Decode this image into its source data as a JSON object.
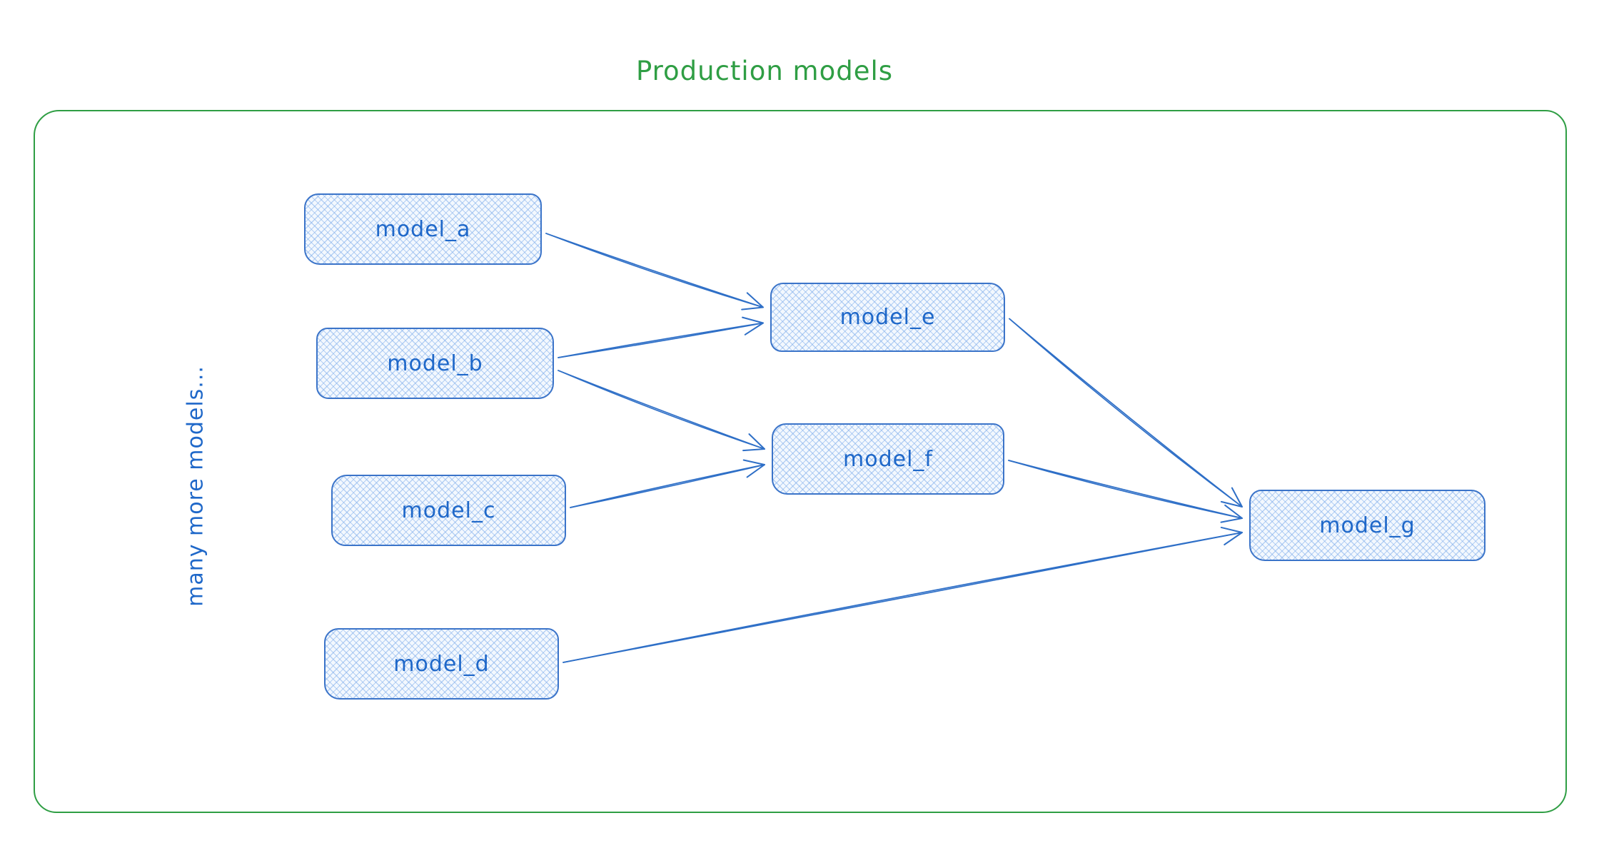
{
  "title": "Production models",
  "side_label": "many more models...",
  "colors": {
    "frame_green": "#2f9e44",
    "node_stroke_blue": "#3b74c9",
    "node_fill": "#f3f8fe",
    "hatch_blue": "#82afeb",
    "text_blue": "#1f68c9",
    "edge_blue": "#2e6fc7"
  },
  "nodes": {
    "a": {
      "label": "model_a"
    },
    "b": {
      "label": "model_b"
    },
    "c": {
      "label": "model_c"
    },
    "d": {
      "label": "model_d"
    },
    "e": {
      "label": "model_e"
    },
    "f": {
      "label": "model_f"
    },
    "g": {
      "label": "model_g"
    }
  },
  "edges": [
    {
      "from": "a",
      "to": "e",
      "fromDy": 6,
      "toDy": -14,
      "bow": 2
    },
    {
      "from": "b",
      "to": "e",
      "fromDy": -8,
      "toDy": 8,
      "bow": -2
    },
    {
      "from": "b",
      "to": "f",
      "fromDy": 10,
      "toDy": -14,
      "bow": 2
    },
    {
      "from": "c",
      "to": "f",
      "fromDy": -4,
      "toDy": 8,
      "bow": -2
    },
    {
      "from": "e",
      "to": "g",
      "fromDy": 2,
      "toDy": -26,
      "bow": 4
    },
    {
      "from": "f",
      "to": "g",
      "fromDy": 2,
      "toDy": -10,
      "bow": 2
    },
    {
      "from": "d",
      "to": "g",
      "fromDy": -2,
      "toDy": 10,
      "bow": -3
    }
  ]
}
